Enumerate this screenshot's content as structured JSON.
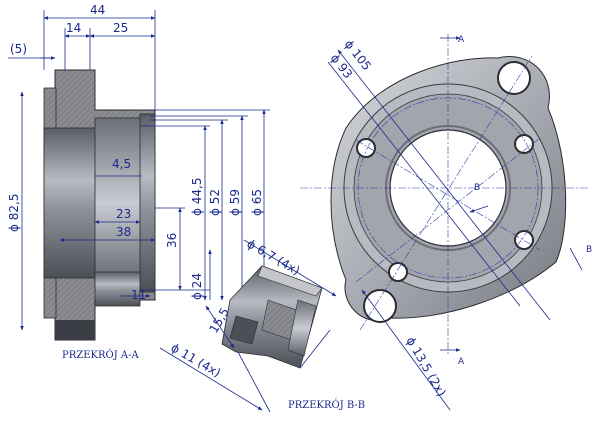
{
  "section_aa": {
    "caption": "PRZEKRÓJ A-A",
    "dims": {
      "d44": "44",
      "d14": "14",
      "d25": "25",
      "d5": "(5)",
      "d82_5": "ϕ 82,5",
      "d4_5": "4,5",
      "d23": "23",
      "d38": "38",
      "d36": "36",
      "d11": "11",
      "d44_5": "ϕ 44,5",
      "d52": "ϕ 52",
      "d59": "ϕ 59",
      "d65": "ϕ 65",
      "d24": "ϕ 24"
    }
  },
  "section_bb": {
    "caption": "PRZEKRÓJ B-B",
    "dims": {
      "d6_7": "ϕ 6,7 (4x)",
      "d15_5": "15,5",
      "d11x4": "ϕ 11 (4x)"
    }
  },
  "front_view": {
    "dims": {
      "d105": "ϕ 105",
      "d93": "ϕ 93",
      "d13_5": "ϕ 13,5 (2x)"
    },
    "section_marks": {
      "a_top": "A",
      "a_bottom": "A",
      "b_center": "B",
      "b_right": "B"
    }
  },
  "colors": {
    "dim_blue": "#1a2a8c",
    "metal_dark": "#5b5e66",
    "metal_light": "#c4c6cc"
  }
}
